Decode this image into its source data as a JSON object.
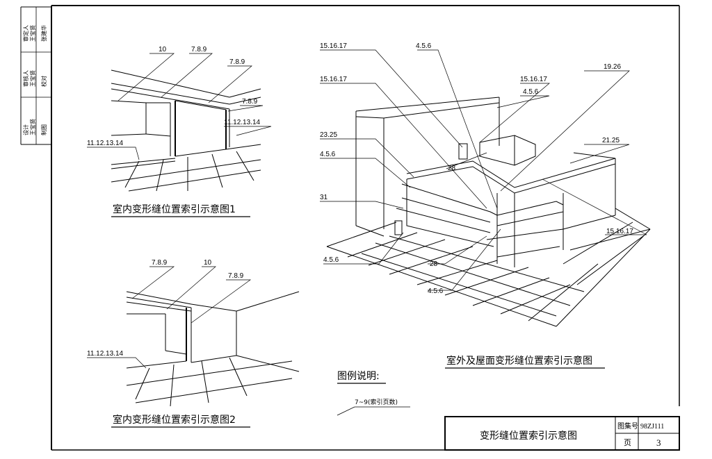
{
  "sheet": {
    "margin_labels": [
      "审定人",
      "王宝贤",
      "张建华",
      "审核人",
      "王宝贤",
      "校对",
      "设计",
      "王宝贤",
      "制图"
    ]
  },
  "figure1": {
    "caption": "室内变形缝位置索引示意图1",
    "labels": [
      "10",
      "7.8.9",
      "7.8.9",
      "7.8.9",
      "11.12.13.14",
      "11.12.13.14"
    ]
  },
  "figure2": {
    "caption": "室内变形缝位置索引示意图2",
    "labels": [
      "7.8.9",
      "10",
      "7.8.9",
      "11.12.13.14"
    ]
  },
  "figure3": {
    "caption": "室外及屋面变形缝位置索引示意图",
    "labels": [
      "15.16.17",
      "4.5.6",
      "15.16.17",
      "15.16.17",
      "4.5.6",
      "19.26",
      "23.25",
      "4.5.6",
      "28",
      "21.25",
      "31",
      "15.16.17",
      "4.5.6",
      "28",
      "4.5.6"
    ]
  },
  "legend": {
    "title": "图例说明:",
    "example": "7~9(索引页数)"
  },
  "title_block": {
    "drawing_title": "变形缝位置索引示意图",
    "atlas_label": "图集号",
    "atlas_no": "98ZJ111",
    "page_label": "页",
    "page_no": "3"
  }
}
